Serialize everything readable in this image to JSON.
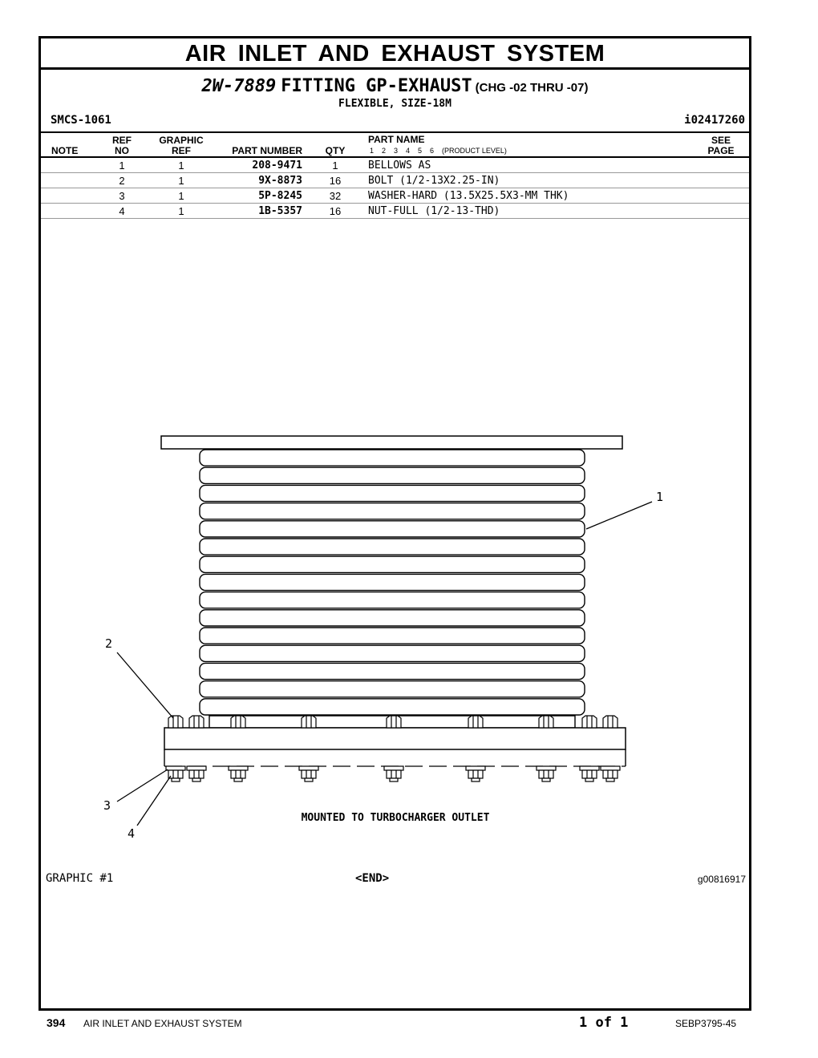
{
  "document": {
    "system_title": "AIR INLET AND EXHAUST SYSTEM",
    "part_number": "2W-7889",
    "part_title": "FITTING GP-EXHAUST",
    "change_note": "(CHG -02 THRU -07)",
    "description": "FLEXIBLE, SIZE-18M",
    "smcs": "SMCS-1061",
    "ident": "i02417260"
  },
  "table": {
    "headers": {
      "note": "NOTE",
      "ref_no_1": "REF",
      "ref_no_2": "NO",
      "graphic_ref_1": "GRAPHIC",
      "graphic_ref_2": "REF",
      "part_number": "PART NUMBER",
      "qty": "QTY",
      "part_name": "PART NAME",
      "product_levels": "1    2    3    4    5    6    (PRODUCT LEVEL)",
      "see_page_1": "SEE",
      "see_page_2": "PAGE"
    },
    "rows": [
      {
        "ref_no": "1",
        "graphic_ref": "1",
        "part_number": "208-9471",
        "qty": "1",
        "part_name": "BELLOWS AS"
      },
      {
        "ref_no": "2",
        "graphic_ref": "1",
        "part_number": "9X-8873",
        "qty": "16",
        "part_name": "BOLT (1/2-13X2.25-IN)"
      },
      {
        "ref_no": "3",
        "graphic_ref": "1",
        "part_number": "5P-8245",
        "qty": "32",
        "part_name": "WASHER-HARD (13.5X25.5X3-MM THK)"
      },
      {
        "ref_no": "4",
        "graphic_ref": "1",
        "part_number": "1B-5357",
        "qty": "16",
        "part_name": "NUT-FULL (1/2-13-THD)"
      }
    ]
  },
  "graphic": {
    "callouts": [
      "1",
      "2",
      "3",
      "4"
    ],
    "caption": "MOUNTED TO TURBOCHARGER OUTLET",
    "label": "GRAPHIC #1",
    "end": "<END>",
    "id": "g00816917"
  },
  "footer": {
    "page": "394",
    "section": "AIR INLET AND EXHAUST SYSTEM",
    "page_of": "1 of 1",
    "doc_id": "SEBP3795-45"
  }
}
